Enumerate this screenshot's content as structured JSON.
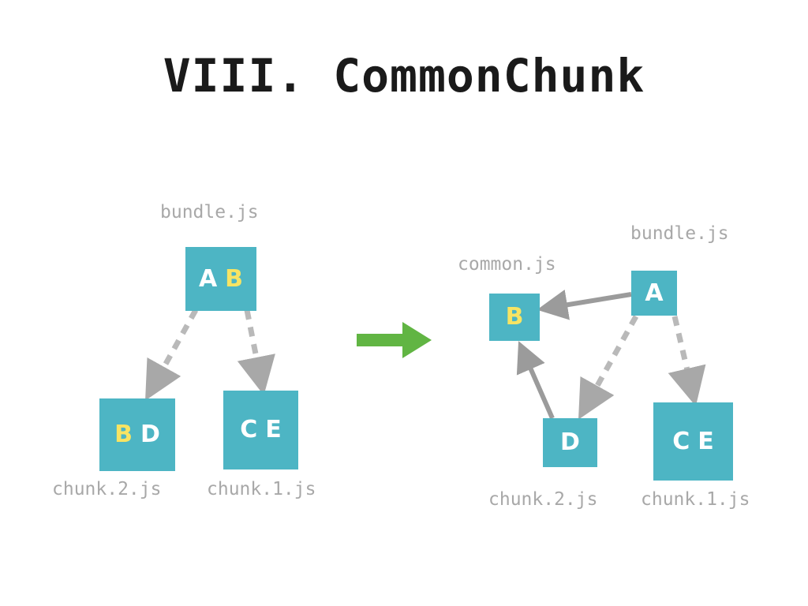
{
  "slide": {
    "title": "VIII. CommonChunk",
    "background_color": "#ffffff",
    "title_color": "#1a1a1a"
  },
  "palette": {
    "box_teal": "#4db5c4",
    "letter_white": "#ffffff",
    "letter_yellow": "#f7e463",
    "label_gray": "#a8a8a8",
    "arrow_gray": "#a0a0a0",
    "arrow_green": "#61b543"
  },
  "diagram_before": {
    "labels": {
      "bundle": "bundle.js",
      "chunk2": "chunk.2.js",
      "chunk1": "chunk.1.js"
    },
    "boxes": [
      {
        "id": "bundle",
        "file": "bundle.js",
        "modules": [
          {
            "letter": "A",
            "color": "white"
          },
          {
            "letter": "B",
            "color": "yellow"
          }
        ]
      },
      {
        "id": "chunk2",
        "file": "chunk.2.js",
        "modules": [
          {
            "letter": "B",
            "color": "yellow"
          },
          {
            "letter": "D",
            "color": "white"
          }
        ]
      },
      {
        "id": "chunk1",
        "file": "chunk.1.js",
        "modules": [
          {
            "letter": "C",
            "color": "white"
          },
          {
            "letter": "E",
            "color": "white"
          }
        ]
      }
    ],
    "edges": [
      {
        "from": "bundle",
        "to": "chunk2",
        "style": "dashed"
      },
      {
        "from": "bundle",
        "to": "chunk1",
        "style": "dashed"
      }
    ]
  },
  "transition": {
    "icon": "right-arrow-icon",
    "color": "#61b543"
  },
  "diagram_after": {
    "labels": {
      "common": "common.js",
      "bundle": "bundle.js",
      "chunk2": "chunk.2.js",
      "chunk1": "chunk.1.js"
    },
    "boxes": [
      {
        "id": "common",
        "file": "common.js",
        "modules": [
          {
            "letter": "B",
            "color": "yellow"
          }
        ]
      },
      {
        "id": "bundle",
        "file": "bundle.js",
        "modules": [
          {
            "letter": "A",
            "color": "white"
          }
        ]
      },
      {
        "id": "chunk2",
        "file": "chunk.2.js",
        "modules": [
          {
            "letter": "D",
            "color": "white"
          }
        ]
      },
      {
        "id": "chunk1",
        "file": "chunk.1.js",
        "modules": [
          {
            "letter": "C",
            "color": "white"
          },
          {
            "letter": "E",
            "color": "white"
          }
        ]
      }
    ],
    "edges": [
      {
        "from": "bundle",
        "to": "common",
        "style": "solid"
      },
      {
        "from": "chunk2",
        "to": "common",
        "style": "solid"
      },
      {
        "from": "bundle",
        "to": "chunk2",
        "style": "dashed"
      },
      {
        "from": "bundle",
        "to": "chunk1",
        "style": "dashed"
      }
    ]
  }
}
